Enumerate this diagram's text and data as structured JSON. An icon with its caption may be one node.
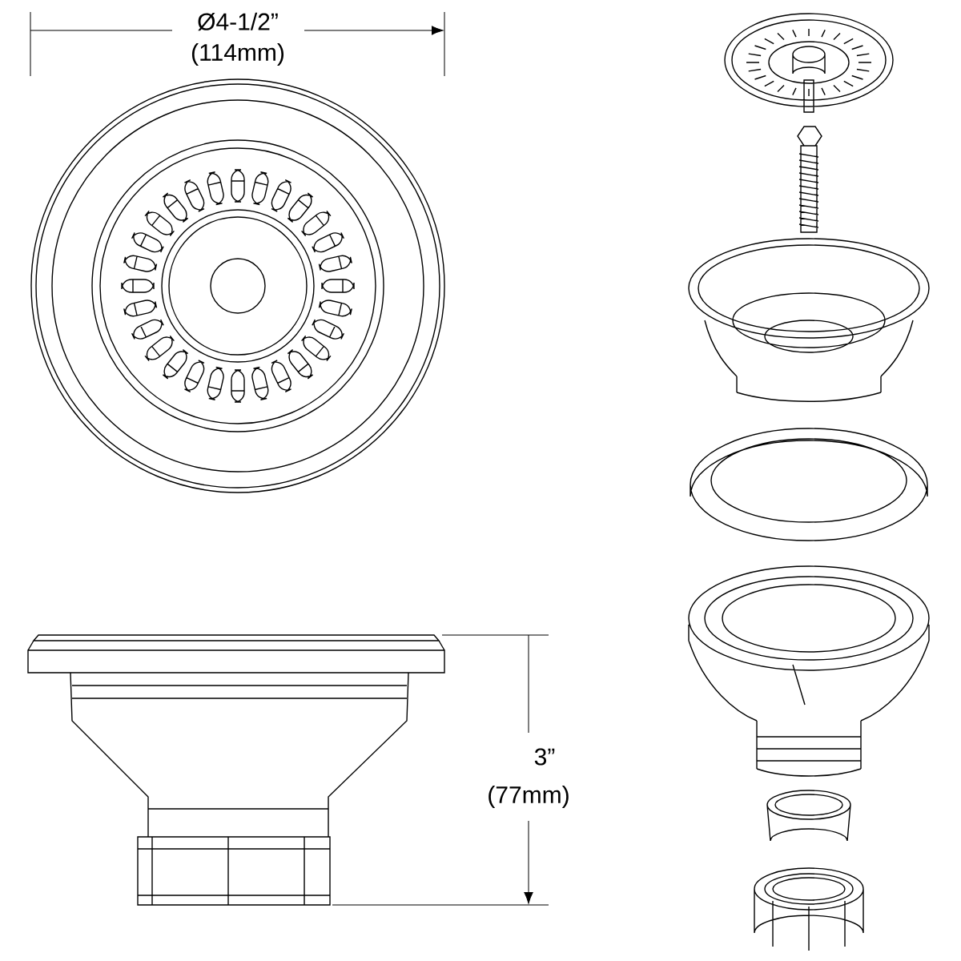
{
  "diagram": {
    "labels": [
      "Ø4-1/2”",
      "(114mm)",
      "3”",
      "(77mm)"
    ]
  }
}
